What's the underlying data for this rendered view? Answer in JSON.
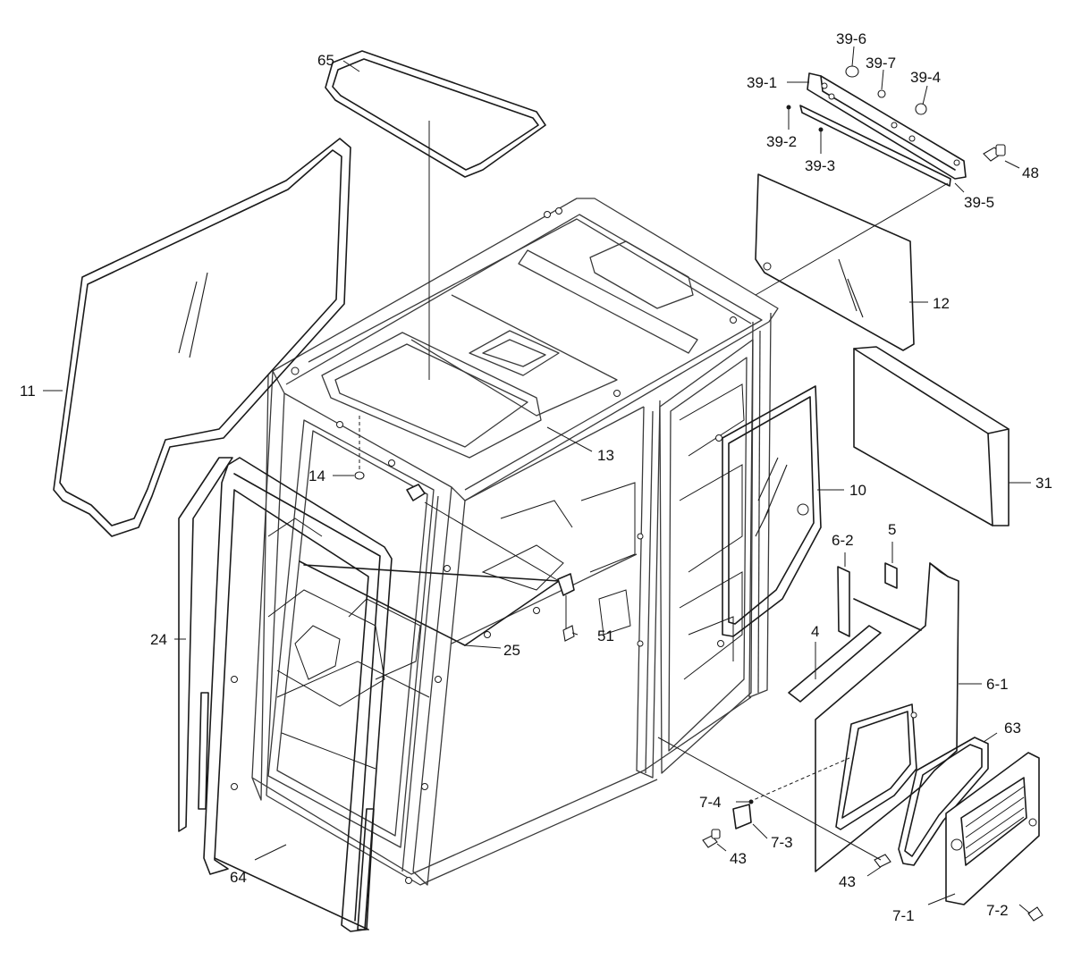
{
  "labels": {
    "p65": "65",
    "p11": "11",
    "p14": "14",
    "p13": "13",
    "p24": "24",
    "p25": "25",
    "p51": "51",
    "p64": "64",
    "p10": "10",
    "p12": "12",
    "p31": "31",
    "p39_1": "39-1",
    "p39_2": "39-2",
    "p39_3": "39-3",
    "p39_4": "39-4",
    "p39_5": "39-5",
    "p39_6": "39-6",
    "p39_7": "39-7",
    "p48": "48",
    "p6_2": "6-2",
    "p5": "5",
    "p4": "4",
    "p6_1": "6-1",
    "p63": "63",
    "p7_4": "7-4",
    "p7_3": "7-3",
    "p43a": "43",
    "p43b": "43",
    "p7_1": "7-1",
    "p7_2": "7-2"
  }
}
